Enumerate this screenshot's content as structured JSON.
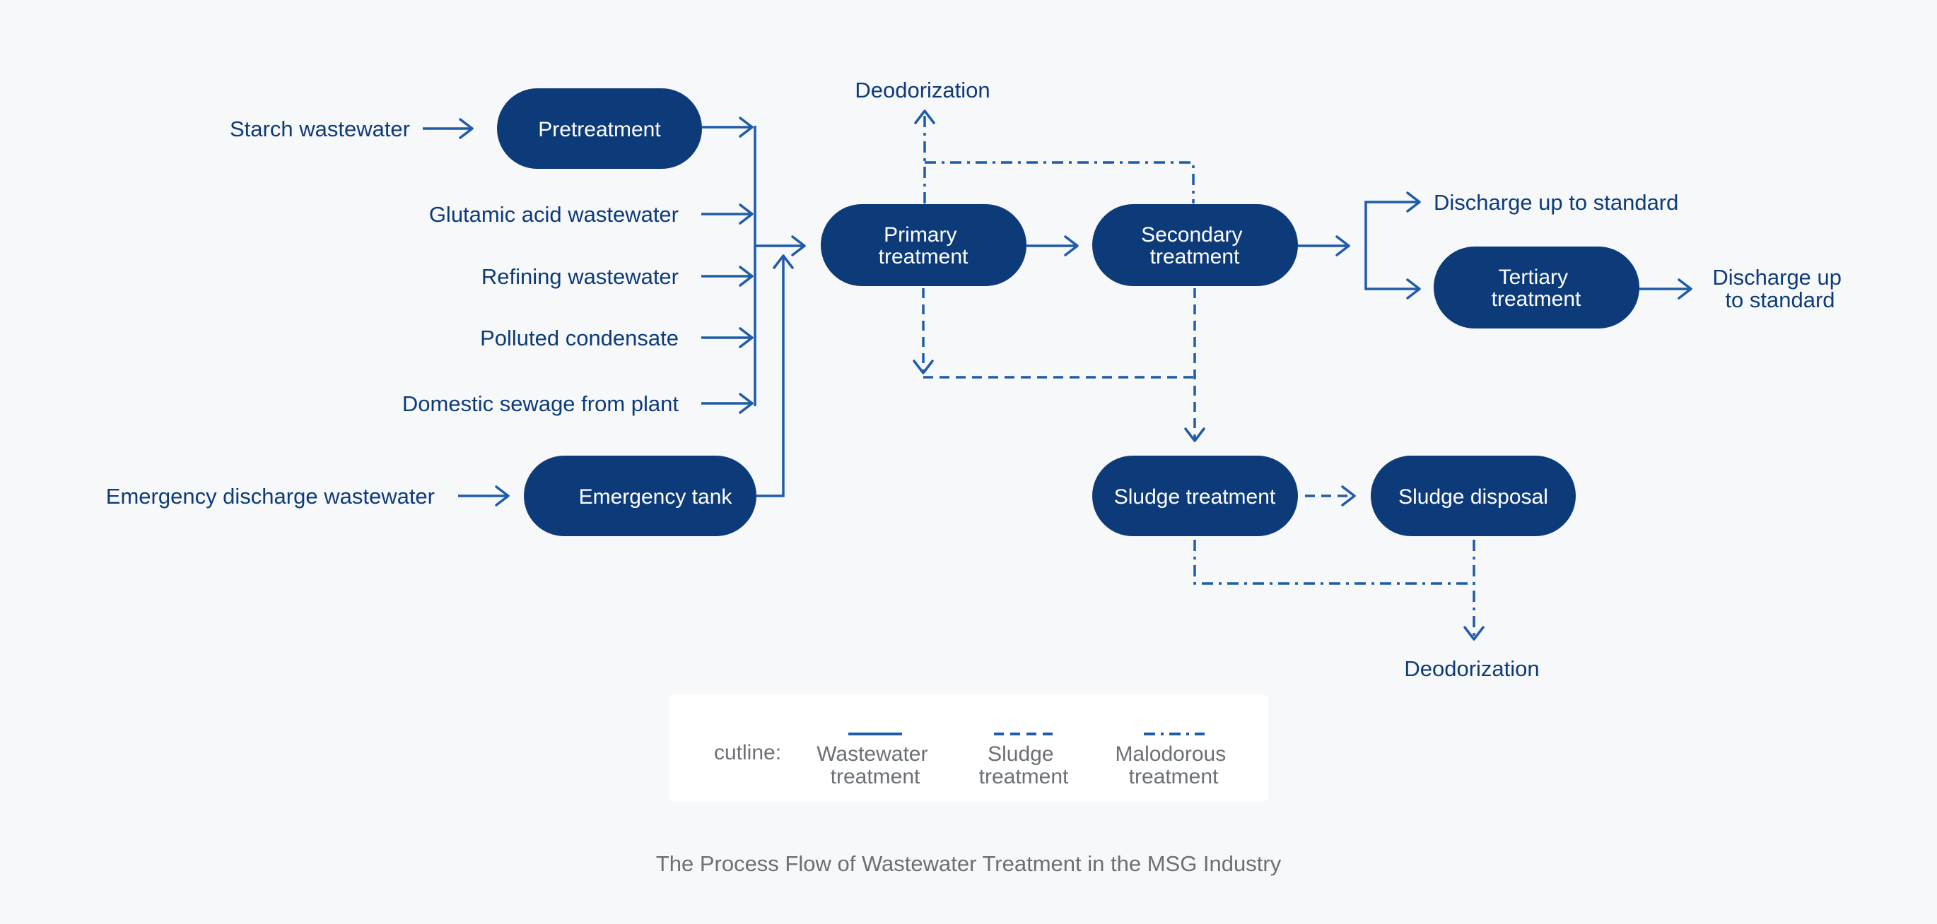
{
  "colors": {
    "node": "#0d3b7a",
    "line": "#1f5ca8",
    "text": "#0d3b7a",
    "muted": "#6b6f76",
    "background": "#f7f8fa"
  },
  "sources": {
    "starch": "Starch wastewater",
    "glutamic": "Glutamic acid wastewater",
    "refining": "Refining wastewater",
    "condensate": "Polluted condensate",
    "domestic": "Domestic sewage from plant",
    "emergency": "Emergency discharge wastewater"
  },
  "nodes": {
    "pretreatment": [
      "Pretreatment"
    ],
    "primary": [
      "Primary",
      "treatment"
    ],
    "secondary": [
      "Secondary",
      "treatment"
    ],
    "tertiary": [
      "Tertiary",
      "treatment"
    ],
    "emergency_tank": [
      "Emergency tank"
    ],
    "sludge_treatment": [
      "Sludge treatment"
    ],
    "sludge_disposal": [
      "Sludge disposal"
    ]
  },
  "outputs": {
    "deodorization_top": "Deodorization",
    "deodorization_bottom": "Deodorization",
    "discharge_1": [
      "Discharge up to standard"
    ],
    "discharge_2": [
      "Discharge up",
      "to standard"
    ]
  },
  "legend": {
    "label": "cutline:",
    "items": [
      {
        "style": "solid",
        "text": [
          "Wastewater",
          "treatment"
        ]
      },
      {
        "style": "dashed",
        "text": [
          "Sludge",
          "treatment"
        ]
      },
      {
        "style": "dash-dot",
        "text": [
          "Malodorous",
          "treatment"
        ]
      }
    ]
  },
  "caption": "The Process Flow of Wastewater Treatment in the MSG Industry"
}
